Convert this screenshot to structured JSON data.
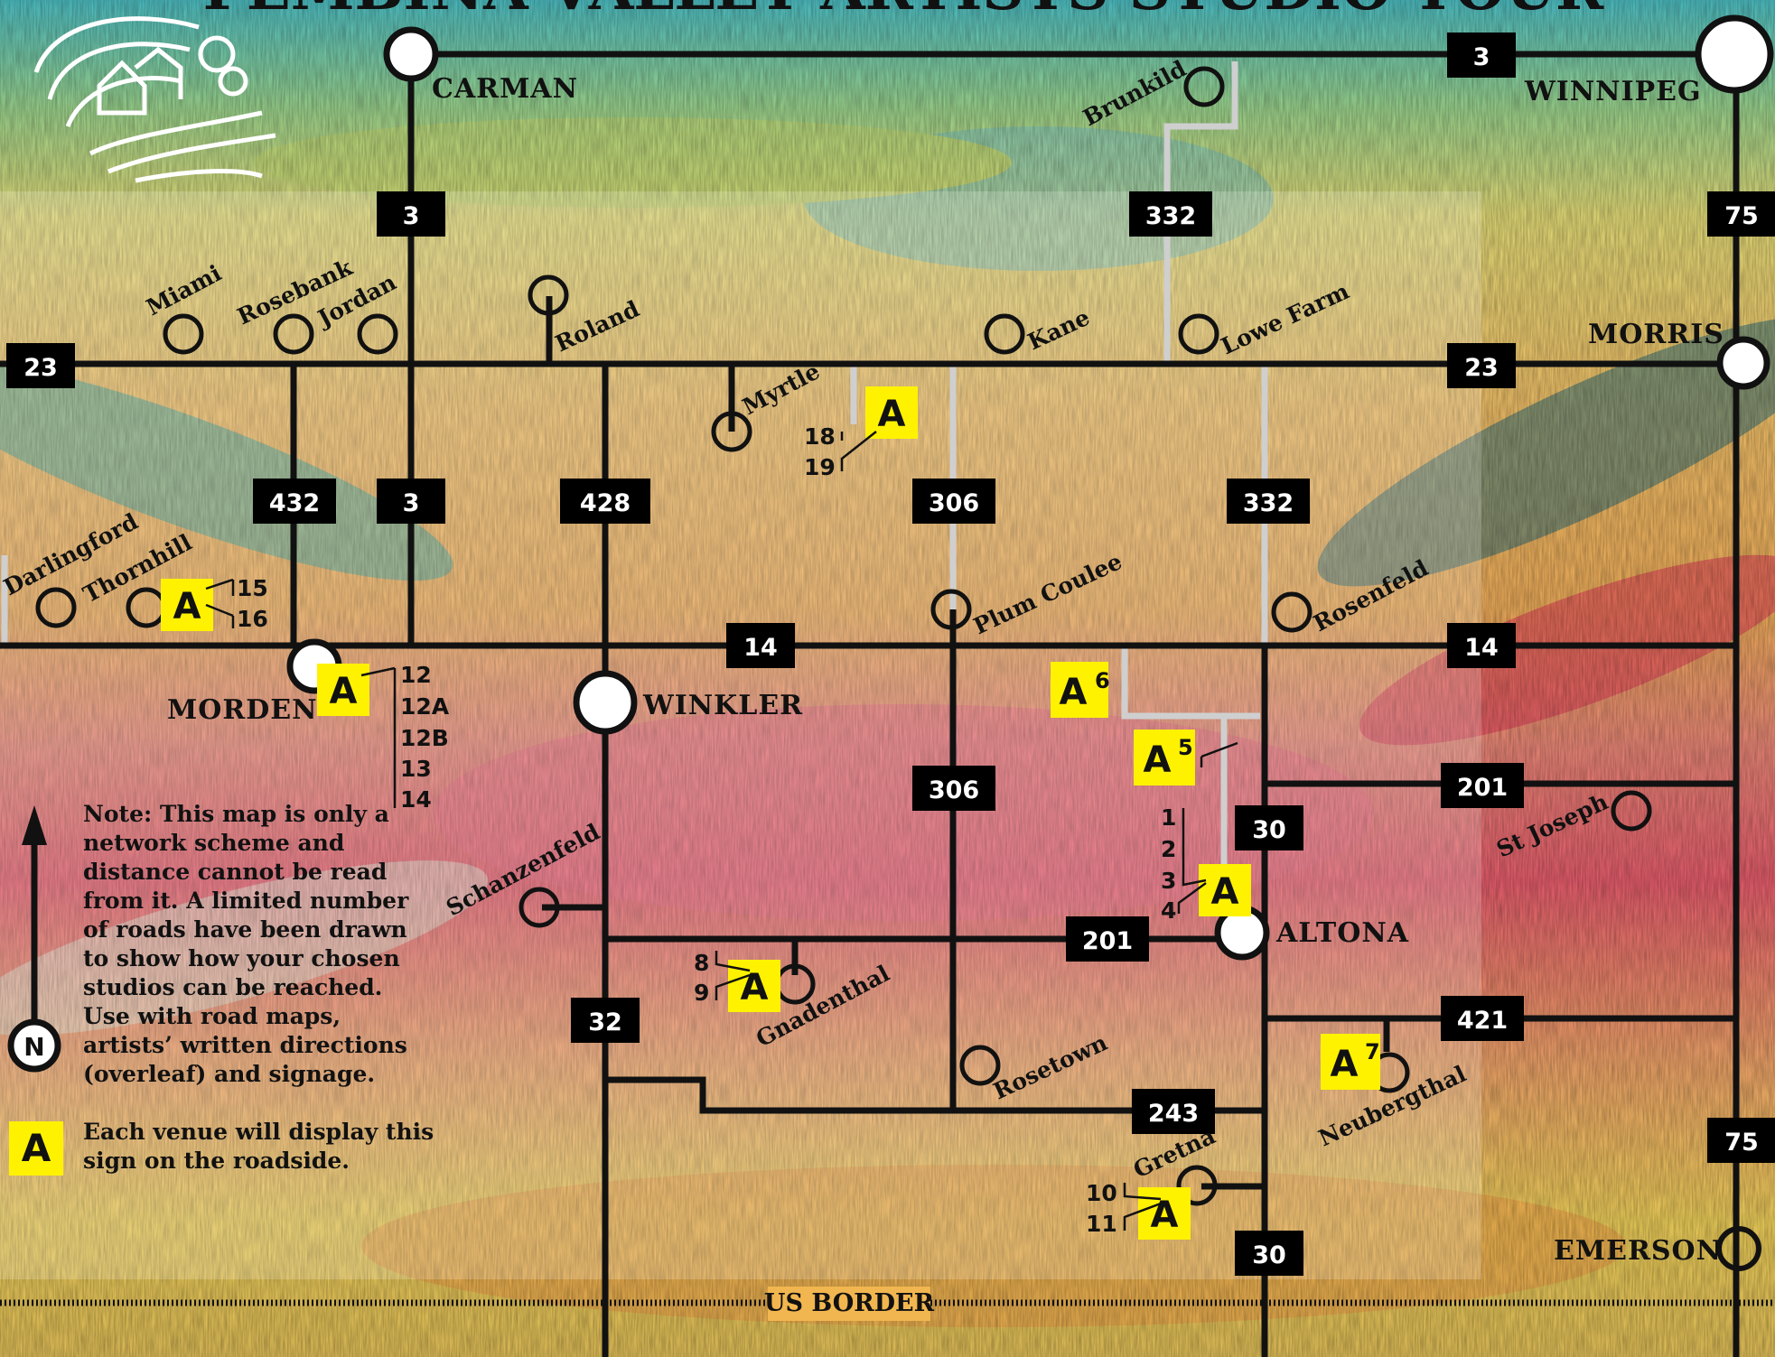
{
  "map": {
    "title": "PEMBINA VALLEY ARTISTS STUDIO TOUR",
    "border_label": "US BORDER",
    "towns": [
      {
        "id": "carman",
        "name": "CARMAN"
      },
      {
        "id": "winnipeg",
        "name": "WINNIPEG"
      },
      {
        "id": "morris",
        "name": "MORRIS"
      },
      {
        "id": "morden",
        "name": "MORDEN"
      },
      {
        "id": "winkler",
        "name": "WINKLER"
      },
      {
        "id": "altona",
        "name": "ALTONA"
      },
      {
        "id": "emerson",
        "name": "EMERSON"
      }
    ],
    "places": [
      {
        "id": "brunkild",
        "name": "Brunkild"
      },
      {
        "id": "miami",
        "name": "Miami"
      },
      {
        "id": "rosebank",
        "name": "Rosebank"
      },
      {
        "id": "jordan",
        "name": "Jordan"
      },
      {
        "id": "roland",
        "name": "Roland"
      },
      {
        "id": "kane",
        "name": "Kane"
      },
      {
        "id": "lowe-farm",
        "name": "Lowe Farm"
      },
      {
        "id": "myrtle",
        "name": "Myrtle"
      },
      {
        "id": "darlingford",
        "name": "Darlingford"
      },
      {
        "id": "thornhill",
        "name": "Thornhill"
      },
      {
        "id": "plum-coulee",
        "name": "Plum Coulee"
      },
      {
        "id": "rosenfeld",
        "name": "Rosenfeld"
      },
      {
        "id": "st-joseph",
        "name": "St Joseph"
      },
      {
        "id": "schanzenfeld",
        "name": "Schanzenfeld"
      },
      {
        "id": "gnadenthal",
        "name": "Gnadenthal"
      },
      {
        "id": "rosetown",
        "name": "Rosetown"
      },
      {
        "id": "neubergthal",
        "name": "Neubergthal"
      },
      {
        "id": "gretna",
        "name": "Gretna"
      }
    ],
    "highways": [
      "3",
      "3",
      "75",
      "23",
      "23",
      "432",
      "3",
      "428",
      "306",
      "332",
      "332",
      "14",
      "14",
      "306",
      "201",
      "30",
      "201",
      "32",
      "421",
      "243",
      "75",
      "30"
    ],
    "venues": [
      {
        "id": "myrtle-venue",
        "sign": "A",
        "numbers": [
          "18",
          "19"
        ]
      },
      {
        "id": "thornhill-venue",
        "sign": "A",
        "numbers": [
          "15",
          "16"
        ]
      },
      {
        "id": "morden-venue",
        "sign": "A",
        "numbers": [
          "12",
          "12A",
          "12B",
          "13",
          "14"
        ]
      },
      {
        "id": "venue-6",
        "sign": "A",
        "superscript": "6",
        "numbers": []
      },
      {
        "id": "venue-5",
        "sign": "A",
        "superscript": "5",
        "numbers": []
      },
      {
        "id": "altona-venue",
        "sign": "A",
        "numbers": [
          "1",
          "2",
          "3",
          "4"
        ]
      },
      {
        "id": "gnadenthal-venue",
        "sign": "A",
        "numbers": [
          "8",
          "9"
        ]
      },
      {
        "id": "venue-7",
        "sign": "A",
        "superscript": "7",
        "numbers": []
      },
      {
        "id": "gretna-venue",
        "sign": "A",
        "numbers": [
          "10",
          "11"
        ]
      }
    ],
    "north_label": "N",
    "note": "Note: This map is only a network scheme and distance cannot be read from it. A limited number of roads have been drawn to show how your chosen studios can be reached. Use with road maps, artists’ written directions (overleaf) and signage.",
    "legend_sign": "A",
    "legend_text": "Each venue will display this sign on the roadside.",
    "colors": {
      "sign_yellow": "#fff200",
      "road": "#111111",
      "minor_road": "#cfcfcf",
      "shield": "#000000"
    }
  }
}
